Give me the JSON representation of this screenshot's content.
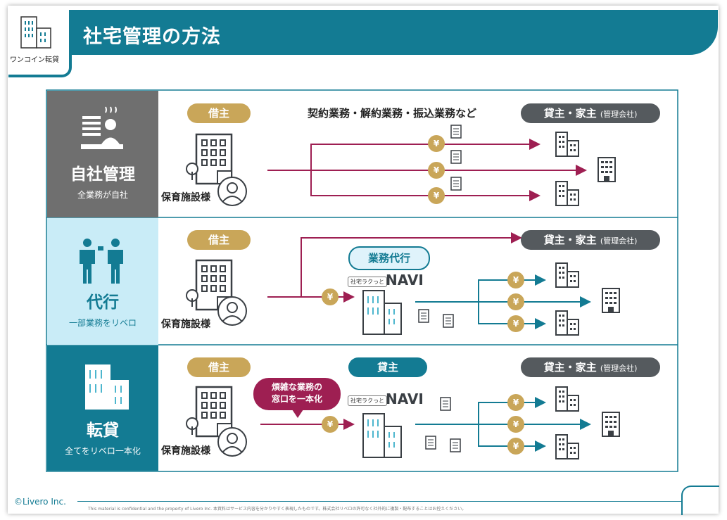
{
  "header": {
    "title": "社宅管理の方法",
    "logo_text": "ワンコイン転貸"
  },
  "rows": [
    {
      "title": "自社管理",
      "subtitle": "全業務が自社",
      "tenant_label": "借主",
      "facility_label": "保育施設様",
      "contract_text": "契約業務・解約業務・振込業務など",
      "owner_label": "貸主・家主",
      "owner_sub": "(管理会社)"
    },
    {
      "title": "代行",
      "subtitle": "一部業務をリベロ",
      "tenant_label": "借主",
      "facility_label": "保育施設様",
      "role_label": "業務代行",
      "navi_tag": "社宅ラクっと",
      "navi_label": "NAVI",
      "owner_label": "貸主・家主",
      "owner_sub": "(管理会社)"
    },
    {
      "title": "転貸",
      "subtitle": "全てをリベロ一本化",
      "tenant_label": "借主",
      "facility_label": "保育施設様",
      "role_label": "貸主",
      "navi_tag": "社宅ラクっと",
      "navi_label": "NAVI",
      "bubble_line1": "煩雑な業務の",
      "bubble_line2": "窓口を一本化",
      "owner_label": "貸主・家主",
      "owner_sub": "(管理会社)"
    }
  ],
  "yen_symbol": "¥",
  "footer": {
    "copyright": "©Livero Inc.",
    "note": "This material is confidential and the property of Livero Inc.  本資料はサービス内容を分かりやすく表現したものです。株式会社リベロの許可なく社外的に複製・配布することはお控えください。"
  },
  "colors": {
    "teal": "#137b93",
    "gold": "#c9a659",
    "crimson": "#9e1f52",
    "dark_gray": "#555a5e",
    "row1_bg": "#6f6f6f",
    "row2_bg": "#c9ecf7",
    "row3_bg": "#137b93"
  }
}
